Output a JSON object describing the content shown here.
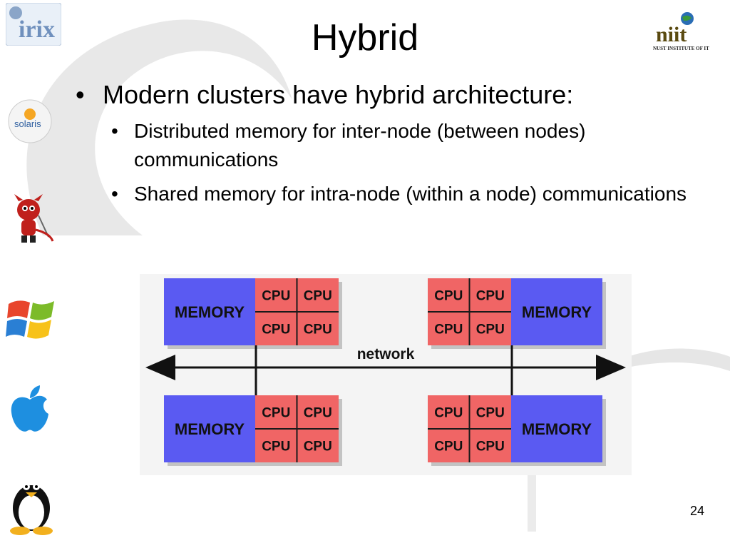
{
  "slide": {
    "title": "Hybrid",
    "bullets": [
      {
        "text": "Modern clusters have hybrid architecture:",
        "sub": [
          "Distributed memory for inter-node (between nodes) communications",
          "Shared memory for intra-node (within a node) communications"
        ]
      }
    ],
    "page_number": "24"
  },
  "logos": {
    "top_left": "irix",
    "top_right_caption": "NUST INSTITUTE OF IT",
    "sidebar": [
      {
        "icon": "solaris-icon",
        "label": "solaris"
      },
      {
        "icon": "bsd-daemon-icon"
      },
      {
        "icon": "windows-icon"
      },
      {
        "icon": "apple-icon"
      },
      {
        "icon": "linux-tux-icon"
      }
    ]
  },
  "diagram": {
    "network_label": "network",
    "memory_label": "MEMORY",
    "cpu_label": "CPU",
    "nodes": [
      {
        "memory_side": "left"
      },
      {
        "memory_side": "right"
      },
      {
        "memory_side": "left"
      },
      {
        "memory_side": "right"
      }
    ],
    "colors": {
      "memory": "#5a5af2",
      "cpu": "#f06565",
      "grid_line": "#1a1a1a"
    }
  }
}
